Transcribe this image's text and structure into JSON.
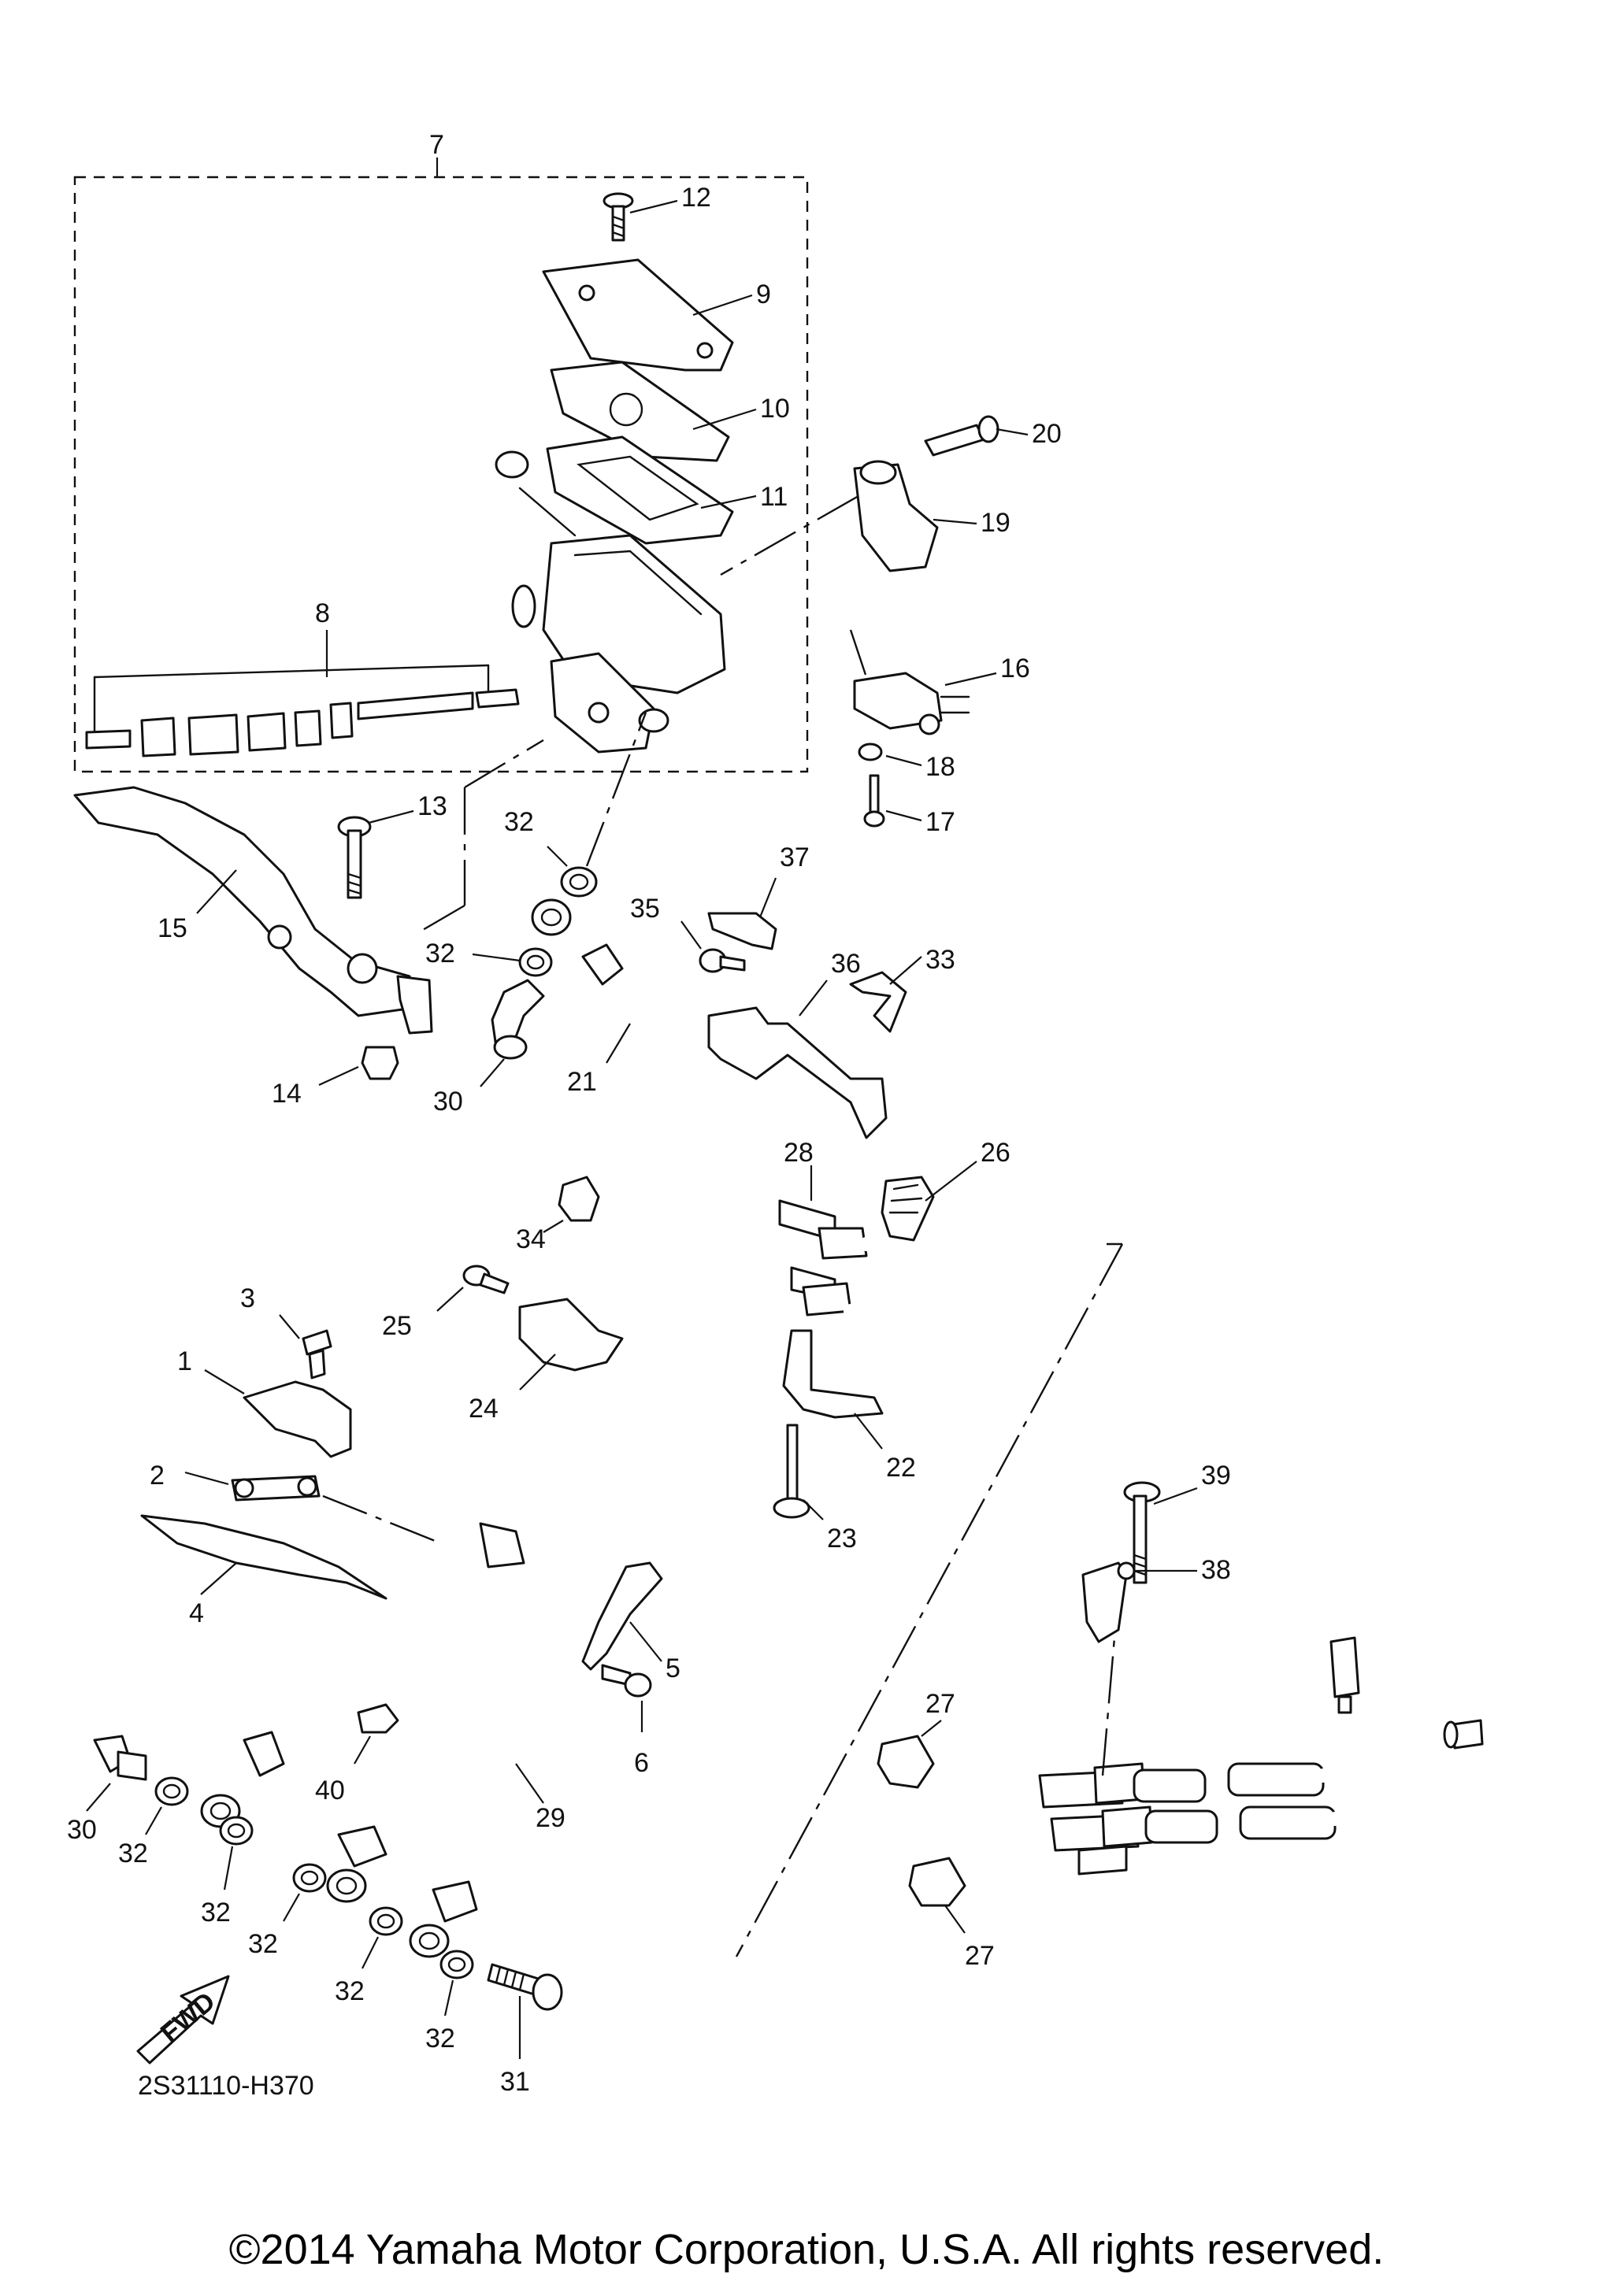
{
  "diagram": {
    "code": "2S31110-H370",
    "copyright": "©2014 Yamaha Motor Corporation, U.S.A. All rights reserved.",
    "fwd_label": "FWD",
    "callouts": [
      {
        "id": "c7",
        "label": "7"
      },
      {
        "id": "c12",
        "label": "12"
      },
      {
        "id": "c9",
        "label": "9"
      },
      {
        "id": "c10",
        "label": "10"
      },
      {
        "id": "c20",
        "label": "20"
      },
      {
        "id": "c11",
        "label": "11"
      },
      {
        "id": "c19",
        "label": "19"
      },
      {
        "id": "c8",
        "label": "8"
      },
      {
        "id": "c16",
        "label": "16"
      },
      {
        "id": "c18",
        "label": "18"
      },
      {
        "id": "c17",
        "label": "17"
      },
      {
        "id": "c13",
        "label": "13"
      },
      {
        "id": "c32a",
        "label": "32"
      },
      {
        "id": "c37",
        "label": "37"
      },
      {
        "id": "c15",
        "label": "15"
      },
      {
        "id": "c35",
        "label": "35"
      },
      {
        "id": "c36",
        "label": "36"
      },
      {
        "id": "c33",
        "label": "33"
      },
      {
        "id": "c32b",
        "label": "32"
      },
      {
        "id": "c21",
        "label": "21"
      },
      {
        "id": "c14",
        "label": "14"
      },
      {
        "id": "c30a",
        "label": "30"
      },
      {
        "id": "c28",
        "label": "28"
      },
      {
        "id": "c26",
        "label": "26"
      },
      {
        "id": "c34",
        "label": "34"
      },
      {
        "id": "c3",
        "label": "3"
      },
      {
        "id": "c25",
        "label": "25"
      },
      {
        "id": "c1",
        "label": "1"
      },
      {
        "id": "c24",
        "label": "24"
      },
      {
        "id": "c22",
        "label": "22"
      },
      {
        "id": "c2",
        "label": "2"
      },
      {
        "id": "c23",
        "label": "23"
      },
      {
        "id": "c4",
        "label": "4"
      },
      {
        "id": "c39",
        "label": "39"
      },
      {
        "id": "c38",
        "label": "38"
      },
      {
        "id": "c5",
        "label": "5"
      },
      {
        "id": "c6",
        "label": "6"
      },
      {
        "id": "c27a",
        "label": "27"
      },
      {
        "id": "c40",
        "label": "40"
      },
      {
        "id": "c29",
        "label": "29"
      },
      {
        "id": "c30b",
        "label": "30"
      },
      {
        "id": "c32c",
        "label": "32"
      },
      {
        "id": "c32d",
        "label": "32"
      },
      {
        "id": "c32e",
        "label": "32"
      },
      {
        "id": "c32f",
        "label": "32"
      },
      {
        "id": "c32g",
        "label": "32"
      },
      {
        "id": "c27b",
        "label": "27"
      },
      {
        "id": "c31",
        "label": "31"
      }
    ]
  }
}
